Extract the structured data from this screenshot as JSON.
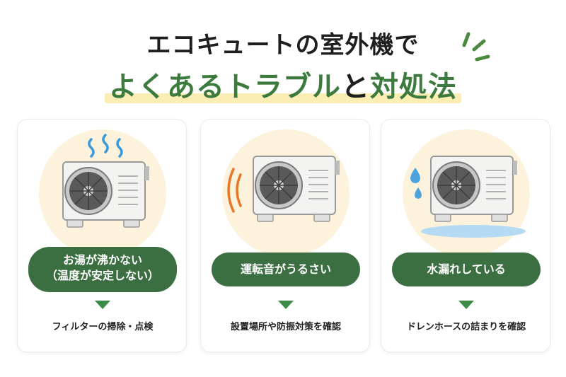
{
  "title": {
    "line1": "エコキュートの室外機で",
    "line2_green": "よくあるトラブル",
    "line2_dark": "と",
    "line2_green2": "対処法"
  },
  "colors": {
    "accent_green": "#3b6f41",
    "title_green": "#3c7a3e",
    "highlight": "#fbeeb5",
    "circle_bg": "#fdf3dc"
  },
  "cards": [
    {
      "problem_line1": "お湯が沸かない",
      "problem_line2": "（温度が安定しない）",
      "solution": "フィルターの掃除・点検",
      "icon": "heat-wave-icon"
    },
    {
      "problem_line1": "運転音がうるさい",
      "solution": "設置場所や防振対策を確認",
      "icon": "sound-wave-icon"
    },
    {
      "problem_line1": "水漏れしている",
      "solution": "ドレンホースの詰まりを確認",
      "icon": "water-drop-icon"
    }
  ]
}
